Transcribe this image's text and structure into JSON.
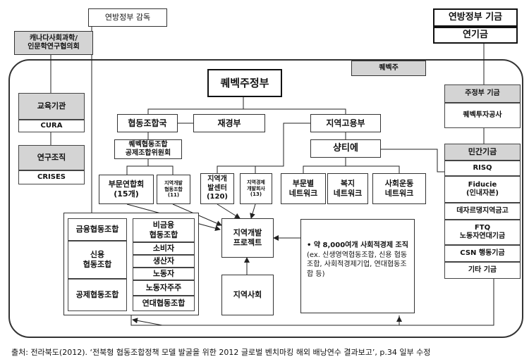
{
  "top": {
    "federal_supervision": "연방정부 감독",
    "canada_council": "캐나다사회과학/\n인문학연구협의회",
    "federal_agency_title": "연방정부 기금",
    "federal_agency_sub": "연기금"
  },
  "quebec_label": "퀘벡주",
  "left_column": {
    "education_header": "교육기관",
    "education_item": "CURA",
    "research_header": "연구조직",
    "research_item": "CRISES"
  },
  "center": {
    "quebec_government": "퀘벡주정부",
    "coop_bureau": "협동조합국",
    "finance_ministry": "재경부",
    "regional_employment": "지역고용부",
    "coop_committee": "퀘벡협동조합\n공제조합위원회",
    "chantier": "샹티에",
    "sector_federations": "부문연합회\n(15개)",
    "regional_dev_coops": "지역개발\n협동조합\n(11)",
    "regional_dev_centers": "지역개\n발센터\n(120)",
    "regional_econ_dev_corp": "지역경제\n개발회사\n(13)",
    "sector_network": "부문별\n네트워크",
    "welfare_network": "복지\n네트워크",
    "social_movement_network": "사회운동\n네트워크",
    "regional_dev_project": "지역개발\n프로젝트",
    "community": "지역사회"
  },
  "coop_group": {
    "financial_coop": "금융협동조합",
    "credit_coop": "신용\n협동조합",
    "mutual_coop": "공제협동조합",
    "non_financial_coop": "비금융\n협동조합",
    "consumer": "소비자",
    "producer": "생산자",
    "worker": "노동자",
    "worker_owner": "노동자주주",
    "federation_coop": "연대협동조합"
  },
  "network_info": {
    "lead": "• 약 8,000여개 사회적경제 조직",
    "detail": "(ex. 신생영역협동조합, 신용 협동조합, 사회적경제기업, 연대협동조합 등)"
  },
  "right_column": {
    "provincial_header": "주정부 기금",
    "provincial_item": "퀘벡투자공사",
    "private_header": "민간기금",
    "private_items": [
      "RISQ",
      "Fiducie\n(인내자본)",
      "데자르댕지역금고",
      "FTQ\n노동자연대기금",
      "CSN 행동기금",
      "기타 기금"
    ]
  },
  "caption": "출처: 전라북도(2012). ‘전북형 협동조합정책 모델 발굴을 위한 2012 글로벌 벤치마킹 해외 배낭연수 결과보고’, p.34 일부 수정"
}
